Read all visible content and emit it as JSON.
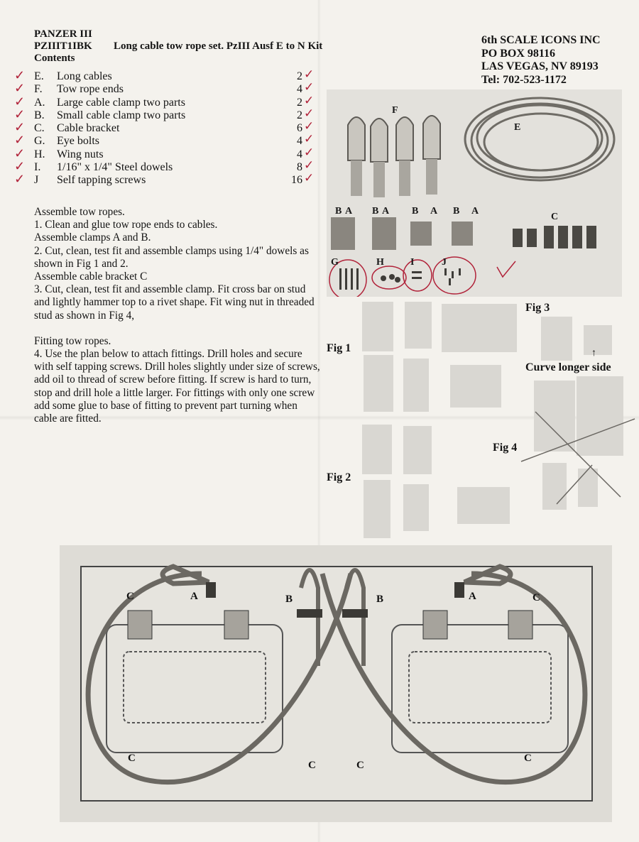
{
  "header": {
    "model": "PANZER III",
    "code": "PZIIIT1IBK",
    "subtitle": "Long cable tow rope set. PzIII Ausf E to N Kit",
    "contents_title": "Contents"
  },
  "company": {
    "name": "6th SCALE ICONS INC",
    "pobox": "PO BOX 98116",
    "city": "LAS VEGAS, NV 89193",
    "tel": "Tel: 702-523-1172"
  },
  "contents": [
    {
      "letter": "E.",
      "desc": "Long cables",
      "qty": "2"
    },
    {
      "letter": "F.",
      "desc": "Tow rope ends",
      "qty": "4"
    },
    {
      "letter": "A.",
      "desc": "Large cable clamp two parts",
      "qty": "2"
    },
    {
      "letter": "B.",
      "desc": "Small cable clamp two parts",
      "qty": "2"
    },
    {
      "letter": "C.",
      "desc": "Cable bracket",
      "qty": "6"
    },
    {
      "letter": "G.",
      "desc": "Eye bolts",
      "qty": "4"
    },
    {
      "letter": "H.",
      "desc": "Wing nuts",
      "qty": "4"
    },
    {
      "letter": "I.",
      "desc": "1/16\" x 1/4\" Steel dowels",
      "qty": "8"
    },
    {
      "letter": "J",
      "desc": "Self tapping screws",
      "qty": "16"
    }
  ],
  "instructions": {
    "h1": "Assemble tow ropes.",
    "s1": "1. Clean and glue tow rope ends to cables.",
    "h2": "Assemble clamps A and B.",
    "s2": "2. Cut, clean, test fit and assemble clamps using 1/4\" dowels as shown in Fig 1 and 2.",
    "h3": "Assemble cable bracket C",
    "s3": "3. Cut, clean, test fit and assemble clamp. Fit cross bar on stud and lightly hammer top to a rivet shape. Fit wing nut in threaded stud as shown in Fig 4,",
    "h4": "Fitting tow ropes.",
    "s4": "4. Use the plan below to attach fittings. Drill holes and secure with self tapping screws. Drill holes slightly under size of screws, add oil to thread of screw before fitting. If screw is hard to turn, stop and drill hole a little larger. For fittings with only one screw add some glue to base of fitting to prevent part turning when cable are fitted."
  },
  "kit_labels": {
    "F": "F",
    "E": "E",
    "B": "B",
    "A": "A",
    "C": "C",
    "G": "G",
    "H": "H",
    "I": "I",
    "J": "J"
  },
  "figures": {
    "fig1": "Fig 1",
    "fig2": "Fig 2",
    "fig3": "Fig 3",
    "fig4": "Fig 4",
    "curve_note": "Curve longer side"
  },
  "plan_labels": {
    "A": "A",
    "B": "B",
    "C": "C"
  },
  "colors": {
    "ink": "#141414",
    "check_red": "#b1233a",
    "paper": "#f4f2ed"
  }
}
